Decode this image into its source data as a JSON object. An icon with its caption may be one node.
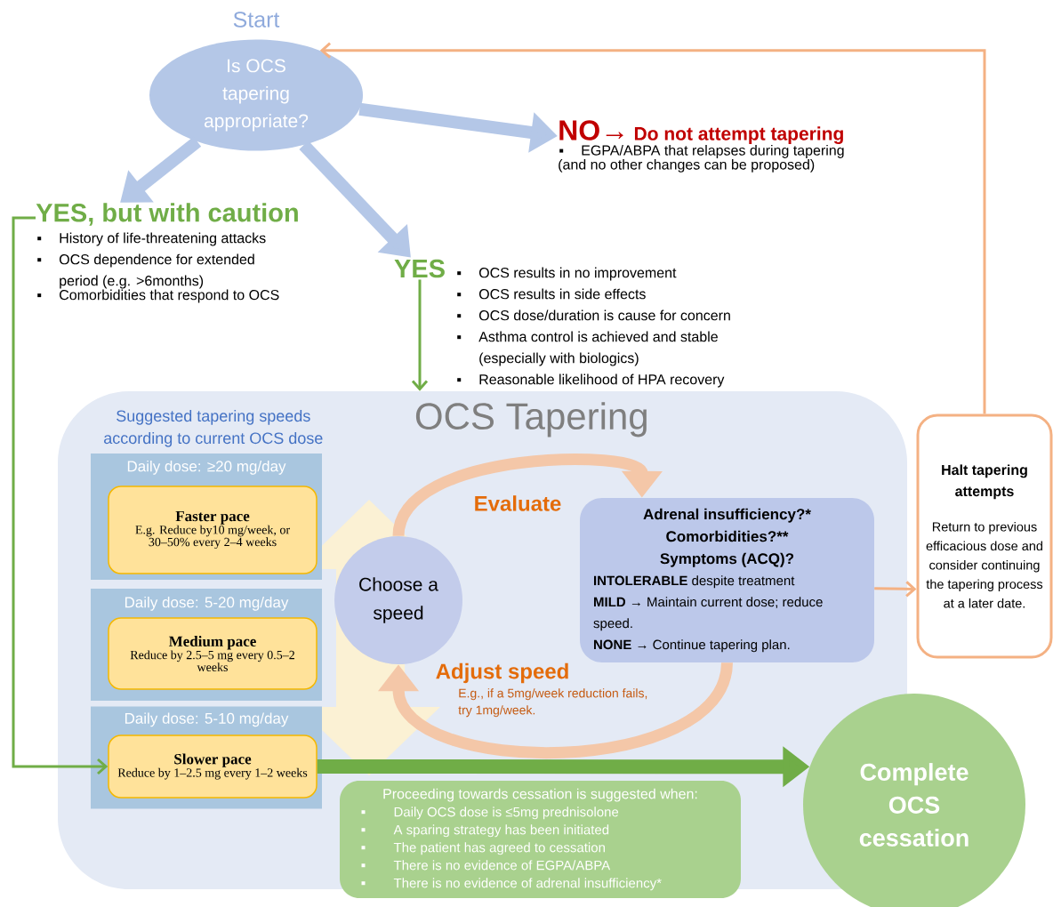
{
  "diagram": {
    "nodes": [
      {
        "text": [
          "Is OCS tapering appropriate?"
        ],
        "beside": [
          "Start"
        ]
      },
      {
        "text": [
          "NO→",
          "Do not attempt tapering",
          "EGPA/ABPA that relapses during tapering (and no other changes can be proposed)"
        ]
      },
      {
        "text": [
          "YES, but with caution",
          "History of life-threatening attacks",
          "OCS dependence for extended period (e.g. >6months)",
          "Comorbidities that respond to OCS"
        ]
      },
      {
        "text": [
          "YES"
        ],
        "beside": [
          "OCS results in no improvement",
          "OCS results in side effects",
          "OCS dose/duration is cause for concern",
          "Asthma control is achieved and stable (especially with biologics)",
          "Reasonable likelihood of HPA recovery"
        ]
      },
      {
        "text": [
          "Suggested tapering speeds according to current OCS dose",
          "OCS Tapering"
        ]
      },
      {
        "text": [
          "Daily dose: ≥20 mg/day"
        ],
        "in": 4
      },
      {
        "text": [
          "Faster pace",
          "E.g. Reduce by10 mg/week, or 30–50% every 2–4 weeks"
        ],
        "in": 5
      },
      {
        "text": [
          "Daily dose: 5-20 mg/day"
        ],
        "in": 4
      },
      {
        "text": [
          "Medium pace",
          "Reduce by 2.5–5 mg every 0.5–2 weeks"
        ],
        "in": 7
      },
      {
        "text": [
          "Daily dose: 5-10 mg/day"
        ],
        "in": 4
      },
      {
        "text": [
          "Slower pace",
          "Reduce by 1–2.5 mg every 1–2 weeks"
        ],
        "in": 9
      },
      {
        "text": [
          "Choose a speed"
        ],
        "in": 4
      },
      {
        "text": [
          "Adrenal insufficiency?*",
          "Comorbidities?**",
          "Symptoms (ACQ)?",
          "**INTOLERABLE** despite treatment",
          "**MILD** → Maintain current dose; reduce speed.",
          "**NONE** → Continue tapering plan."
        ],
        "in": 4
      },
      {
        "text": [
          "Halt tapering attempts",
          "Return to previous efficacious dose and consider continuing the tapering process at a later date."
        ]
      },
      {
        "text": [
          "Proceeding towards cessation is suggested when:",
          "Daily OCS dose is ≤5mg prednisolone",
          "A sparing strategy has been initiated",
          "The patient has agreed to cessation",
          "There is no evidence of EGPA/ABPA",
          "There is no evidence of adrenal insufficiency*"
        ]
      },
      {
        "text": [
          "Complete OCS cessation"
        ]
      }
    ],
    "edges": [
      {
        "from": 0,
        "to": 1,
        "arrow": "to",
        "color": "#b4c7e7"
      },
      {
        "from": 0,
        "to": 2,
        "arrow": "to",
        "color": "#b4c7e7"
      },
      {
        "from": 0,
        "to": 3,
        "arrow": "to",
        "color": "#b4c7e7"
      },
      {
        "from": 3,
        "to": 4,
        "arrow": "to",
        "color": "#70ad47"
      },
      {
        "from": 2,
        "to": 10,
        "arrow": "to",
        "color": "#70ad47"
      },
      {
        "from": 11,
        "to": 12,
        "arrow": "to",
        "label": "Evaluate",
        "color": "#f4c7a8"
      },
      {
        "from": 12,
        "to": 11,
        "arrow": "to",
        "label": "Adjust speed",
        "color": "#f4c7a8"
      },
      {
        "from": 12,
        "to": 13,
        "arrow": "to",
        "color": "#f4b183"
      },
      {
        "from": 13,
        "to": 0,
        "arrow": "to",
        "color": "#f4b183"
      },
      {
        "from": 10,
        "to": 15,
        "arrow": "to",
        "color": "#70ad47"
      }
    ],
    "labels": [
      "E.g., if a 5mg/week reduction fails, try 1mg/week."
    ]
  }
}
